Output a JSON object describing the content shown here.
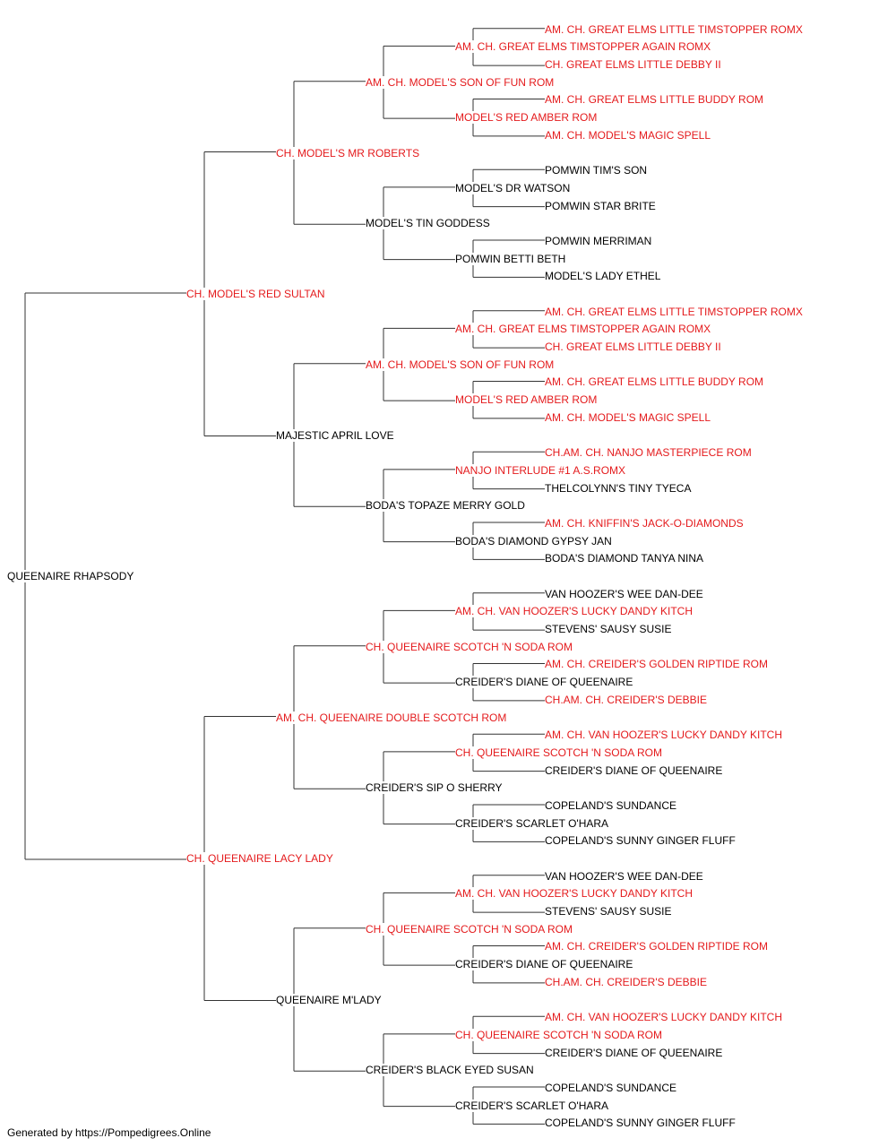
{
  "colors": {
    "champion": "#e41a1c",
    "regular": "#000000",
    "line": "#333333"
  },
  "footer": "Generated by https://Pompedigrees.Online",
  "pedigree": {
    "name": "QUEENAIRE RHAPSODY",
    "champion": false,
    "sire": {
      "name": "CH. MODEL'S RED SULTAN",
      "champion": true,
      "sire": {
        "name": "CH. MODEL'S MR ROBERTS",
        "champion": true,
        "sire": {
          "name": "AM. CH. MODEL'S SON OF FUN ROM",
          "champion": true,
          "sire": {
            "name": "AM. CH. GREAT ELMS TIMSTOPPER AGAIN ROMX",
            "champion": true,
            "sire": {
              "name": "AM. CH. GREAT ELMS LITTLE TIMSTOPPER ROMX",
              "champion": true
            },
            "dam": {
              "name": "CH. GREAT ELMS LITTLE DEBBY II",
              "champion": true
            }
          },
          "dam": {
            "name": "MODEL'S RED AMBER ROM",
            "champion": true,
            "sire": {
              "name": "AM. CH. GREAT ELMS LITTLE BUDDY ROM",
              "champion": true
            },
            "dam": {
              "name": "AM. CH. MODEL'S MAGIC SPELL",
              "champion": true
            }
          }
        },
        "dam": {
          "name": "MODEL'S TIN GODDESS",
          "champion": false,
          "sire": {
            "name": "MODEL'S DR WATSON",
            "champion": false,
            "sire": {
              "name": "POMWIN TIM'S SON",
              "champion": false
            },
            "dam": {
              "name": "POMWIN STAR BRITE",
              "champion": false
            }
          },
          "dam": {
            "name": "POMWIN BETTI BETH",
            "champion": false,
            "sire": {
              "name": "POMWIN MERRIMAN",
              "champion": false
            },
            "dam": {
              "name": "MODEL'S LADY ETHEL",
              "champion": false
            }
          }
        }
      },
      "dam": {
        "name": "MAJESTIC APRIL LOVE",
        "champion": false,
        "sire": {
          "name": "AM. CH. MODEL'S SON OF FUN ROM",
          "champion": true,
          "sire": {
            "name": "AM. CH. GREAT ELMS TIMSTOPPER AGAIN ROMX",
            "champion": true,
            "sire": {
              "name": "AM. CH. GREAT ELMS LITTLE TIMSTOPPER ROMX",
              "champion": true
            },
            "dam": {
              "name": "CH. GREAT ELMS LITTLE DEBBY II",
              "champion": true
            }
          },
          "dam": {
            "name": "MODEL'S RED AMBER ROM",
            "champion": true,
            "sire": {
              "name": "AM. CH. GREAT ELMS LITTLE BUDDY ROM",
              "champion": true
            },
            "dam": {
              "name": "AM. CH. MODEL'S MAGIC SPELL",
              "champion": true
            }
          }
        },
        "dam": {
          "name": "BODA'S TOPAZE MERRY GOLD",
          "champion": false,
          "sire": {
            "name": "NANJO INTERLUDE #1 A.S.ROMX",
            "champion": true,
            "sire": {
              "name": "CH.AM. CH. NANJO MASTERPIECE ROM",
              "champion": true
            },
            "dam": {
              "name": "THELCOLYNN'S TINY TYECA",
              "champion": false
            }
          },
          "dam": {
            "name": "BODA'S DIAMOND GYPSY JAN",
            "champion": false,
            "sire": {
              "name": "AM. CH. KNIFFIN'S JACK-O-DIAMONDS",
              "champion": true
            },
            "dam": {
              "name": "BODA'S DIAMOND TANYA NINA",
              "champion": false
            }
          }
        }
      }
    },
    "dam": {
      "name": "CH. QUEENAIRE LACY LADY",
      "champion": true,
      "sire": {
        "name": "AM. CH. QUEENAIRE DOUBLE SCOTCH ROM",
        "champion": true,
        "sire": {
          "name": "CH. QUEENAIRE SCOTCH 'N SODA ROM",
          "champion": true,
          "sire": {
            "name": "AM. CH. VAN HOOZER'S LUCKY DANDY KITCH",
            "champion": true,
            "sire": {
              "name": "VAN HOOZER'S WEE DAN-DEE",
              "champion": false
            },
            "dam": {
              "name": "STEVENS' SAUSY SUSIE",
              "champion": false
            }
          },
          "dam": {
            "name": "CREIDER'S DIANE OF QUEENAIRE",
            "champion": false,
            "sire": {
              "name": "AM. CH. CREIDER'S GOLDEN RIPTIDE ROM",
              "champion": true
            },
            "dam": {
              "name": "CH.AM. CH. CREIDER'S DEBBIE",
              "champion": true
            }
          }
        },
        "dam": {
          "name": "CREIDER'S SIP O SHERRY",
          "champion": false,
          "sire": {
            "name": "CH. QUEENAIRE SCOTCH 'N SODA ROM",
            "champion": true,
            "sire": {
              "name": "AM. CH. VAN HOOZER'S LUCKY DANDY KITCH",
              "champion": true
            },
            "dam": {
              "name": "CREIDER'S DIANE OF QUEENAIRE",
              "champion": false
            }
          },
          "dam": {
            "name": "CREIDER'S SCARLET O'HARA",
            "champion": false,
            "sire": {
              "name": "COPELAND'S SUNDANCE",
              "champion": false
            },
            "dam": {
              "name": "COPELAND'S SUNNY GINGER FLUFF",
              "champion": false
            }
          }
        }
      },
      "dam": {
        "name": "QUEENAIRE M'LADY",
        "champion": false,
        "sire": {
          "name": "CH. QUEENAIRE SCOTCH 'N SODA ROM",
          "champion": true,
          "sire": {
            "name": "AM. CH. VAN HOOZER'S LUCKY DANDY KITCH",
            "champion": true,
            "sire": {
              "name": "VAN HOOZER'S WEE DAN-DEE",
              "champion": false
            },
            "dam": {
              "name": "STEVENS' SAUSY SUSIE",
              "champion": false
            }
          },
          "dam": {
            "name": "CREIDER'S DIANE OF QUEENAIRE",
            "champion": false,
            "sire": {
              "name": "AM. CH. CREIDER'S GOLDEN RIPTIDE ROM",
              "champion": true
            },
            "dam": {
              "name": "CH.AM. CH. CREIDER'S DEBBIE",
              "champion": true
            }
          }
        },
        "dam": {
          "name": "CREIDER'S BLACK EYED SUSAN",
          "champion": false,
          "sire": {
            "name": "CH. QUEENAIRE SCOTCH 'N SODA ROM",
            "champion": true,
            "sire": {
              "name": "AM. CH. VAN HOOZER'S LUCKY DANDY KITCH",
              "champion": true
            },
            "dam": {
              "name": "CREIDER'S DIANE OF QUEENAIRE",
              "champion": false
            }
          },
          "dam": {
            "name": "CREIDER'S SCARLET O'HARA",
            "champion": false,
            "sire": {
              "name": "COPELAND'S SUNDANCE",
              "champion": false
            },
            "dam": {
              "name": "COPELAND'S SUNNY GINGER FLUFF",
              "champion": false
            }
          }
        }
      }
    }
  }
}
